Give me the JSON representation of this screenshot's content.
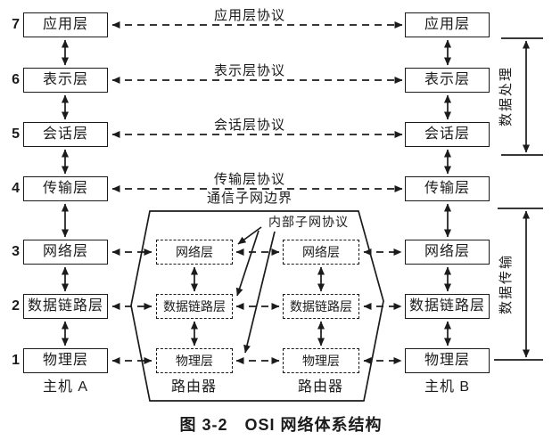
{
  "caption": "图 3-2　OSI 网络体系结构",
  "host_a": {
    "label": "主机 A",
    "layer_numbers": [
      "7",
      "6",
      "5",
      "4",
      "3",
      "2",
      "1"
    ],
    "layers": [
      "应用层",
      "表示层",
      "会话层",
      "传输层",
      "网络层",
      "数据链路层",
      "物理层"
    ]
  },
  "host_b": {
    "label": "主机 B",
    "layers": [
      "应用层",
      "表示层",
      "会话层",
      "传输层",
      "网络层",
      "数据链路层",
      "物理层"
    ]
  },
  "router_left": {
    "label": "路由器",
    "layers": [
      "网络层",
      "数据链路层",
      "物理层"
    ]
  },
  "router_right": {
    "label": "路由器",
    "layers": [
      "网络层",
      "数据链路层",
      "物理层"
    ]
  },
  "protocols": [
    "应用层协议",
    "表示层协议",
    "会话层协议",
    "传输层协议"
  ],
  "annotations": {
    "subnet_boundary": "通信子网边界",
    "internal_subnet_protocol": "内部子网协议",
    "data_processing": "数据处理",
    "data_transmission": "数据传输"
  },
  "colors": {
    "ink": "#1b1b1b",
    "background": "#ffffff"
  }
}
